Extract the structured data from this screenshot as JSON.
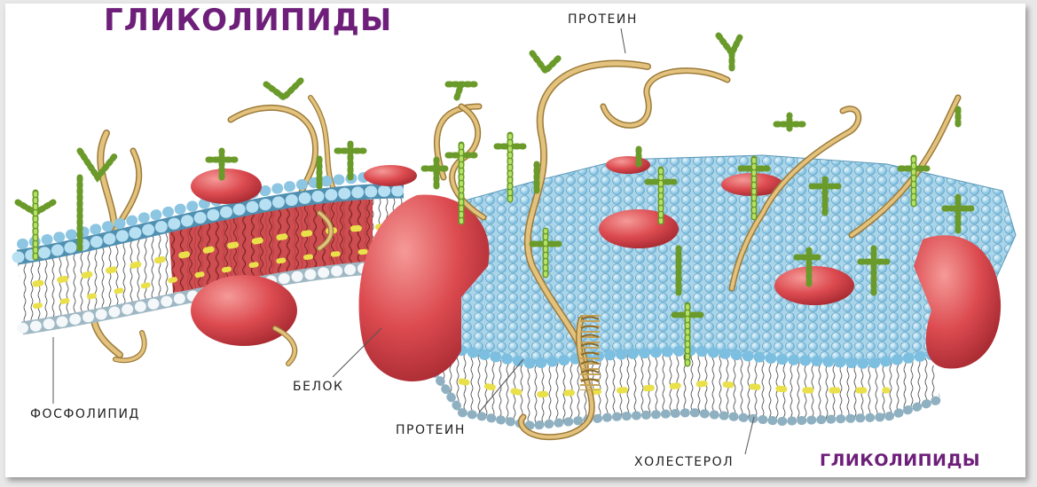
{
  "diagram": {
    "title_top": "ГЛИКОЛИПИДЫ",
    "title_bottom": "ГЛИКОЛИПИДЫ",
    "labels": {
      "protein_top": "ПРОТЕИН",
      "protein_bottom": "ПРОТЕИН",
      "belok": "БЕЛОК",
      "phospholipid": "ФОСФОЛИПИД",
      "cholesterol": "ХОЛЕСТЕРОЛ"
    },
    "colors": {
      "title": "#6e1f7a",
      "head": "#8ec9e6",
      "tail": "#333333",
      "protein": "#d94a4f",
      "carbohydrate": "#9bd04a",
      "fiber": "#d8b66a",
      "cholesterol": "#e9e04a"
    }
  }
}
